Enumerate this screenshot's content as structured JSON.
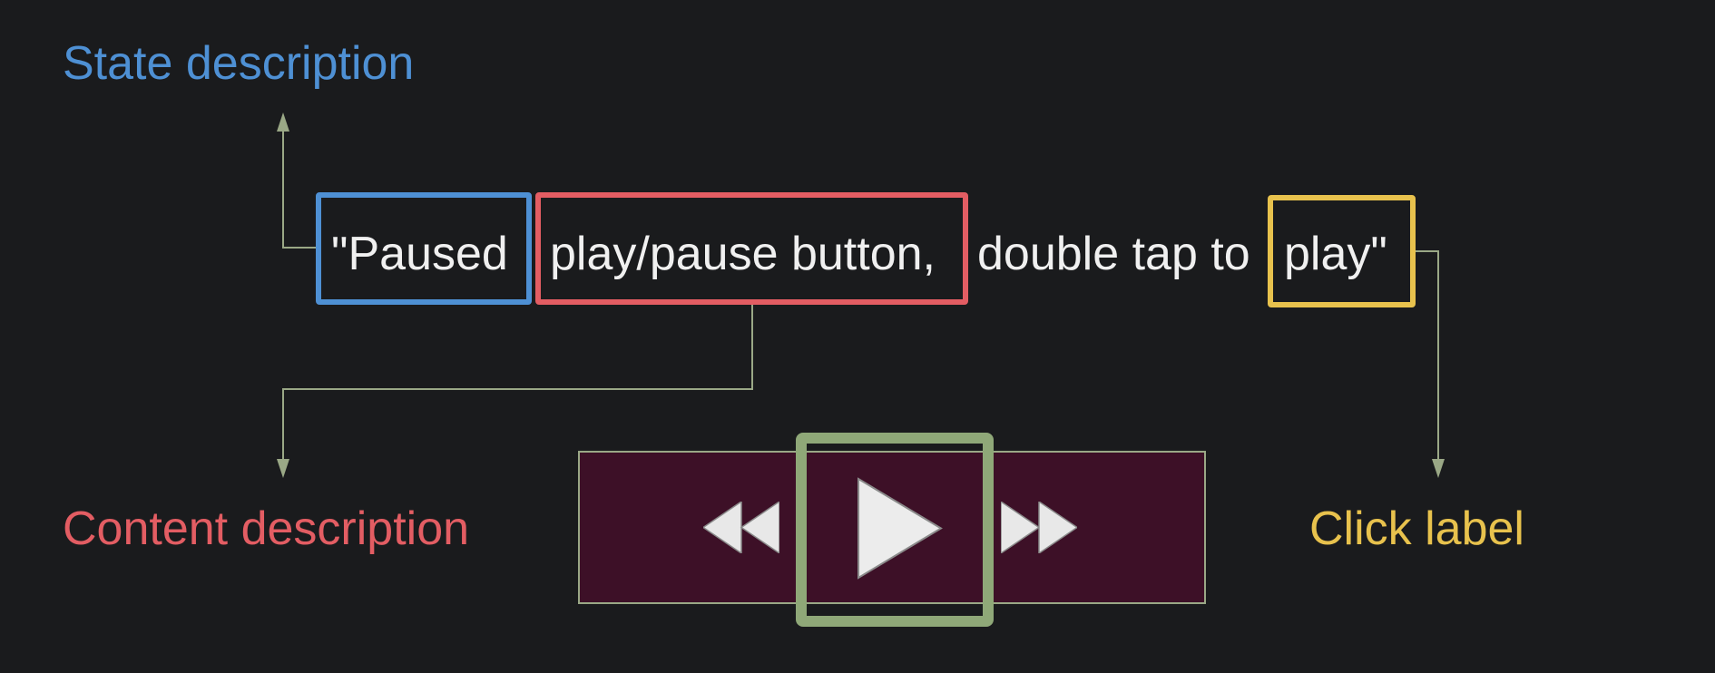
{
  "labels": {
    "state": "State description",
    "content": "Content description",
    "click": "Click label"
  },
  "sentence": {
    "part1": "\"Paused",
    "part2": "play/pause button,",
    "part3": "double tap to",
    "part4": "play\""
  },
  "controls": {
    "rewind": "rewind-icon",
    "play": "play-icon",
    "fast_forward": "fast-forward-icon"
  },
  "colors": {
    "background": "#1a1b1d",
    "state": "#4e90d4",
    "content": "#e35d63",
    "click": "#e8c24d",
    "highlight": "#8fa878",
    "player": "#3d1027",
    "connector": "#9aa886"
  }
}
